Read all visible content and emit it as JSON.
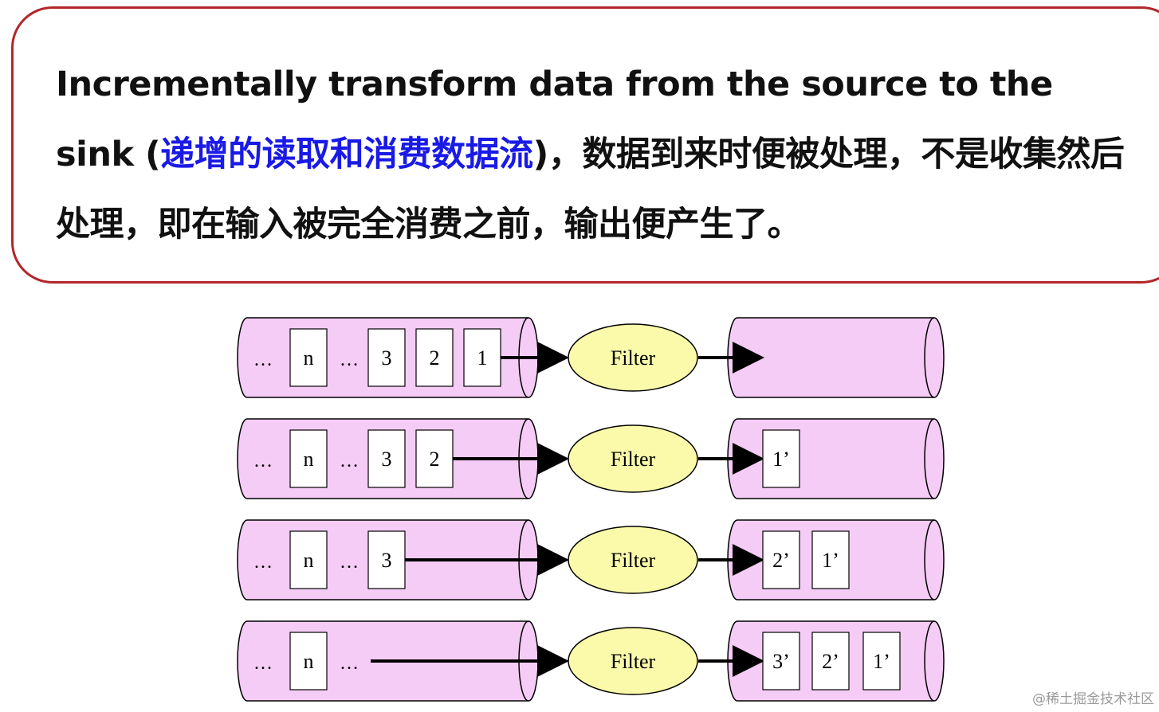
{
  "callout": {
    "text_part1": "Incrementally transform data from the source to the sink (",
    "text_highlight": "递增的读取和消费数据流",
    "text_part2": ")，数据到来时便被处理，不是收集然后处理，即在输入被完全消费之前，输出便产生了。"
  },
  "diagram": {
    "filter_label": "Filter",
    "ellipsis": "…",
    "rows": [
      {
        "input_items": [
          "n",
          "3",
          "2",
          "1"
        ],
        "output_items": []
      },
      {
        "input_items": [
          "n",
          "3",
          "2"
        ],
        "output_items": [
          "1’"
        ]
      },
      {
        "input_items": [
          "n",
          "3"
        ],
        "output_items": [
          "2’",
          "1’"
        ]
      },
      {
        "input_items": [
          "n"
        ],
        "output_items": [
          "3’",
          "2’",
          "1’"
        ]
      }
    ]
  },
  "watermark": "@稀土掘金技术社区",
  "colors": {
    "pipe_fill": "#f5ccf5",
    "filter_fill": "#fafaaa",
    "callout_border": "#b3262a",
    "highlight_text": "#1a1ae6"
  }
}
